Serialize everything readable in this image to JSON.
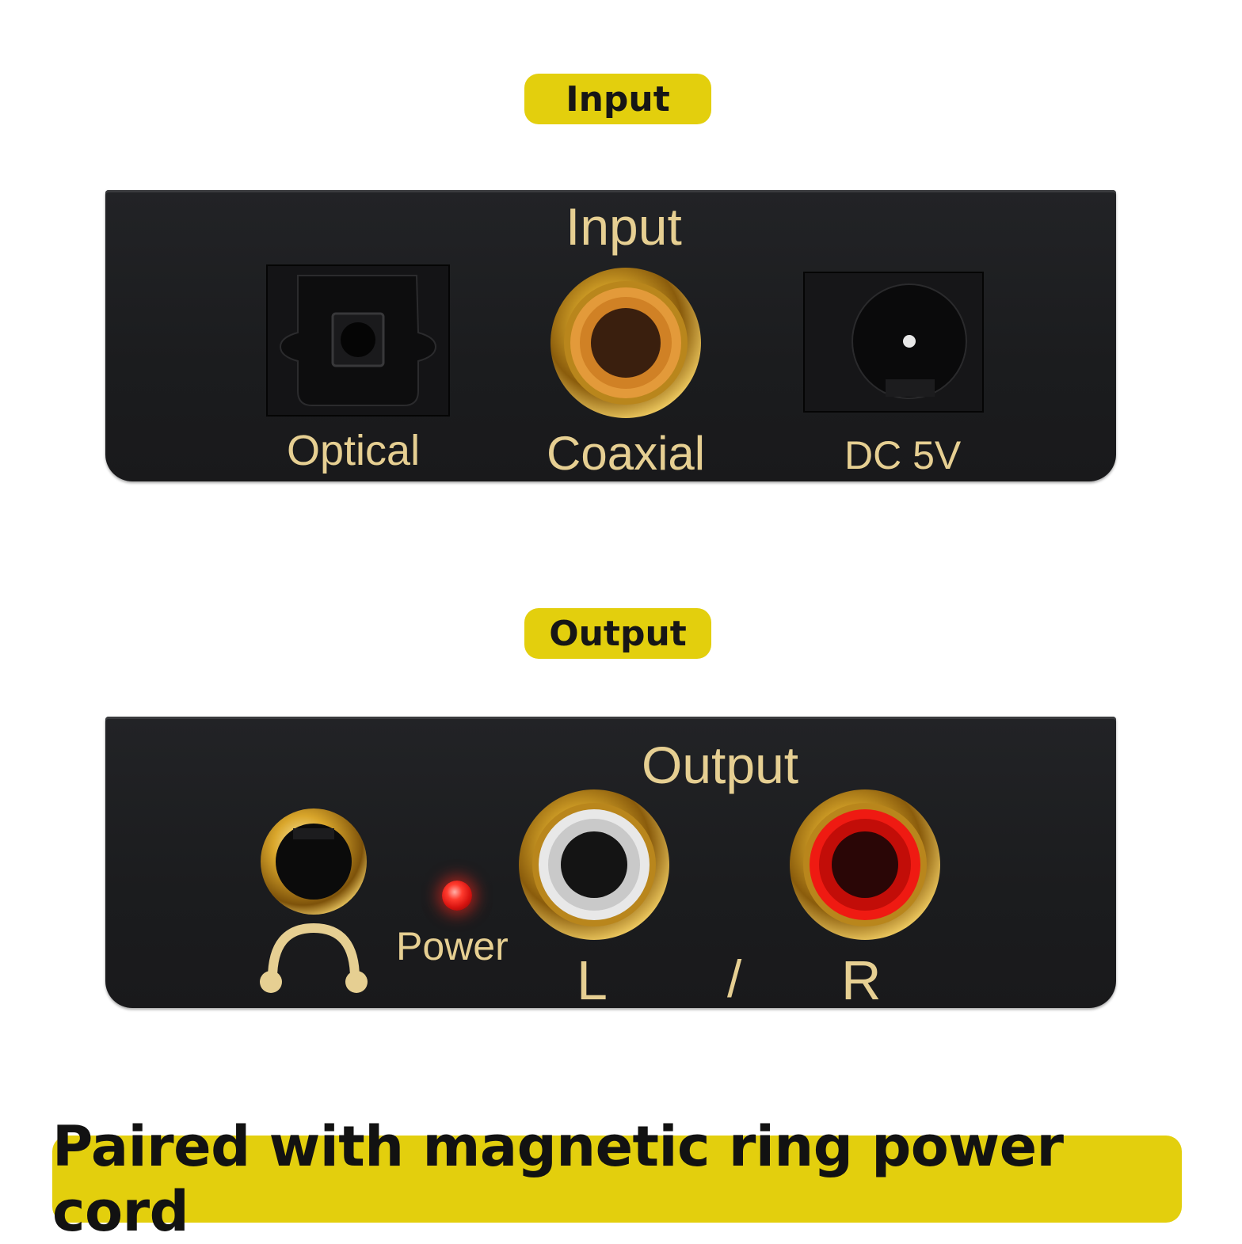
{
  "labels": {
    "input_pill": "Input",
    "output_pill": "Output",
    "banner": "Paired with magnetic ring power cord"
  },
  "input_panel": {
    "title": "Input",
    "optical": "Optical",
    "coaxial": "Coaxial",
    "dc": "DC 5V"
  },
  "output_panel": {
    "title": "Output",
    "power": "Power",
    "left": "L",
    "slash": "/",
    "right": "R"
  },
  "icons": {
    "headphone": "headphone-icon",
    "power_led": "red-led-indicator"
  },
  "colors": {
    "accent_yellow": "#e3cf0d",
    "panel_black": "#1c1d1f",
    "label_gold": "#e6cf92",
    "coax_orange": "#e39a3a",
    "rca_white": "#dcdcdc",
    "rca_red": "#e01010"
  }
}
